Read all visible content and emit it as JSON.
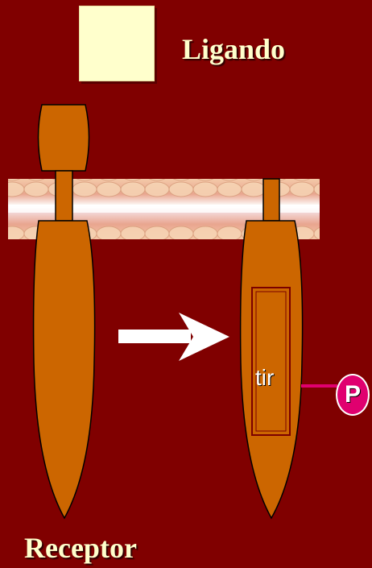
{
  "labels": {
    "ligand": "Ligando",
    "receptor": "Receptor",
    "tyrosine": "tir",
    "phosphate": "P"
  },
  "colors": {
    "background": "#800000",
    "receptor": "#cc6600",
    "ligand": "#ffffcc",
    "phosphate": "#e0006f",
    "arrow": "#ffffff"
  }
}
